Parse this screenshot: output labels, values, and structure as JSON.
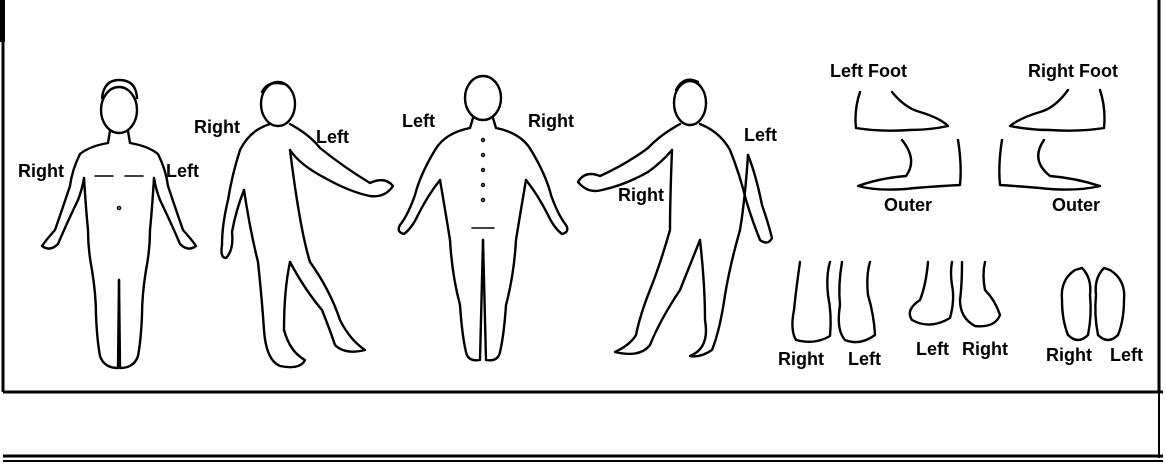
{
  "figures": {
    "front": {
      "right": "Right",
      "left": "Left"
    },
    "side_right": {
      "right": "Right",
      "left": "Left"
    },
    "back": {
      "left": "Left",
      "right": "Right"
    },
    "side_left": {
      "left": "Left",
      "right": "Right"
    }
  },
  "feet": {
    "left_foot_title": "Left Foot",
    "right_foot_title": "Right Foot",
    "left_outer": "Outer",
    "right_outer": "Outer",
    "top_view": {
      "right": "Right",
      "left": "Left"
    },
    "back_view": {
      "left": "Left",
      "right": "Right"
    },
    "sole_view": {
      "right": "Right",
      "left": "Left"
    }
  },
  "colors": {
    "line": "#000000",
    "background": "#ffffff"
  }
}
